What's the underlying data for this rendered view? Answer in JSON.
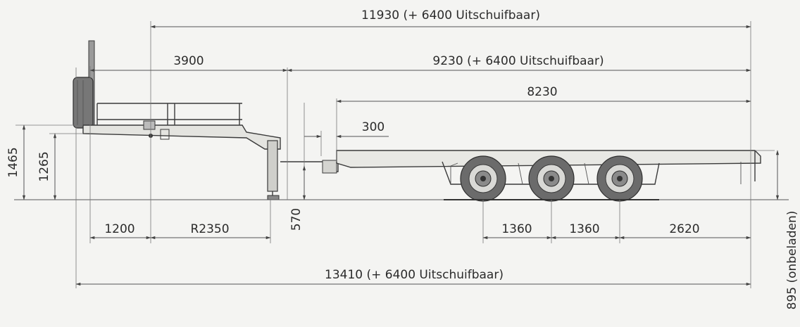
{
  "dimensions": {
    "overall_top": "11930 (+ 6400 Uitschuifbaar)",
    "gooseneck_length": "3900",
    "deck_length_extendable": "9230 (+ 6400 Uitschuifbaar)",
    "deck_length": "8230",
    "step_offset": "300",
    "height_1465": "1465",
    "height_1265": "1265",
    "ground_570": "570",
    "front_1200": "1200",
    "radius_r2350": "R2350",
    "axle_spacing_1": "1360",
    "axle_spacing_2": "1360",
    "rear_overhang": "2620",
    "overall_length": "13410 (+ 6400 Uitschuifbaar)",
    "deck_height_unladen": "895 (onbeladen)"
  },
  "colors": {
    "background": "#f4f4f2",
    "line": "#3a3a3a",
    "text": "#2b2b2b"
  }
}
